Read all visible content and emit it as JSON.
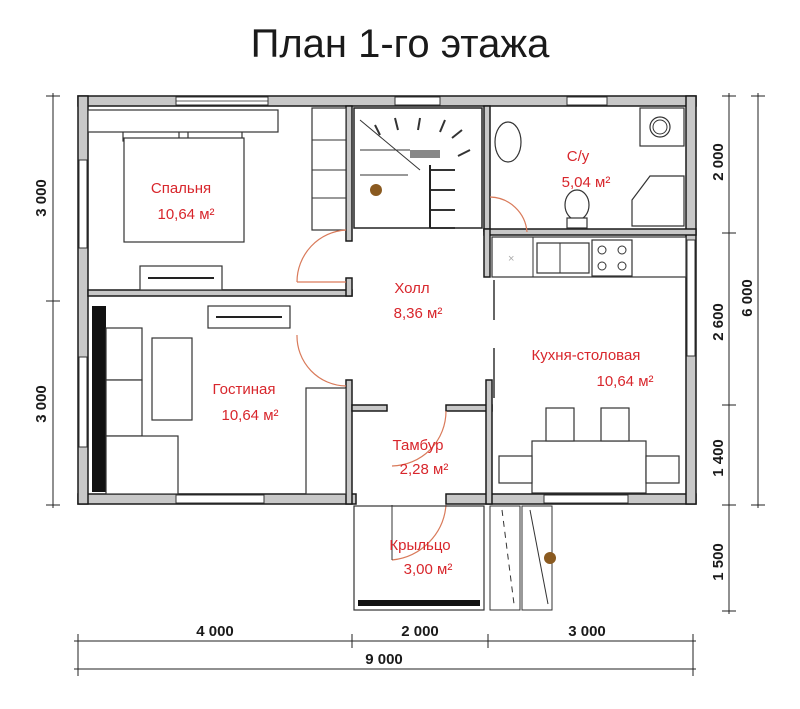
{
  "title": "План 1-го этажа",
  "rooms": {
    "bedroom": {
      "name": "Спальня",
      "area": "10,64 м²"
    },
    "bathroom": {
      "name": "С/у",
      "area": "5,04 м²"
    },
    "hall": {
      "name": "Холл",
      "area": "8,36 м²"
    },
    "living": {
      "name": "Гостиная",
      "area": "10,64 м²"
    },
    "kitchen": {
      "name": "Кухня-столовая",
      "area": "10,64 м²"
    },
    "vestibule": {
      "name": "Тамбур",
      "area": "2,28 м²"
    },
    "porch": {
      "name": "Крыльцо",
      "area": "3,00 м²"
    }
  },
  "dimensions": {
    "bottom": [
      "4 000",
      "2 000",
      "3 000"
    ],
    "bottom_total": "9 000",
    "left": [
      "3 000",
      "3 000"
    ],
    "right": [
      "2 000",
      "2 600",
      "1 400",
      "1 500"
    ],
    "right_total": "6 000"
  },
  "colors": {
    "label": "#d8262c",
    "wall": "#c8c8c8",
    "door_arc": "#d97a5a"
  }
}
